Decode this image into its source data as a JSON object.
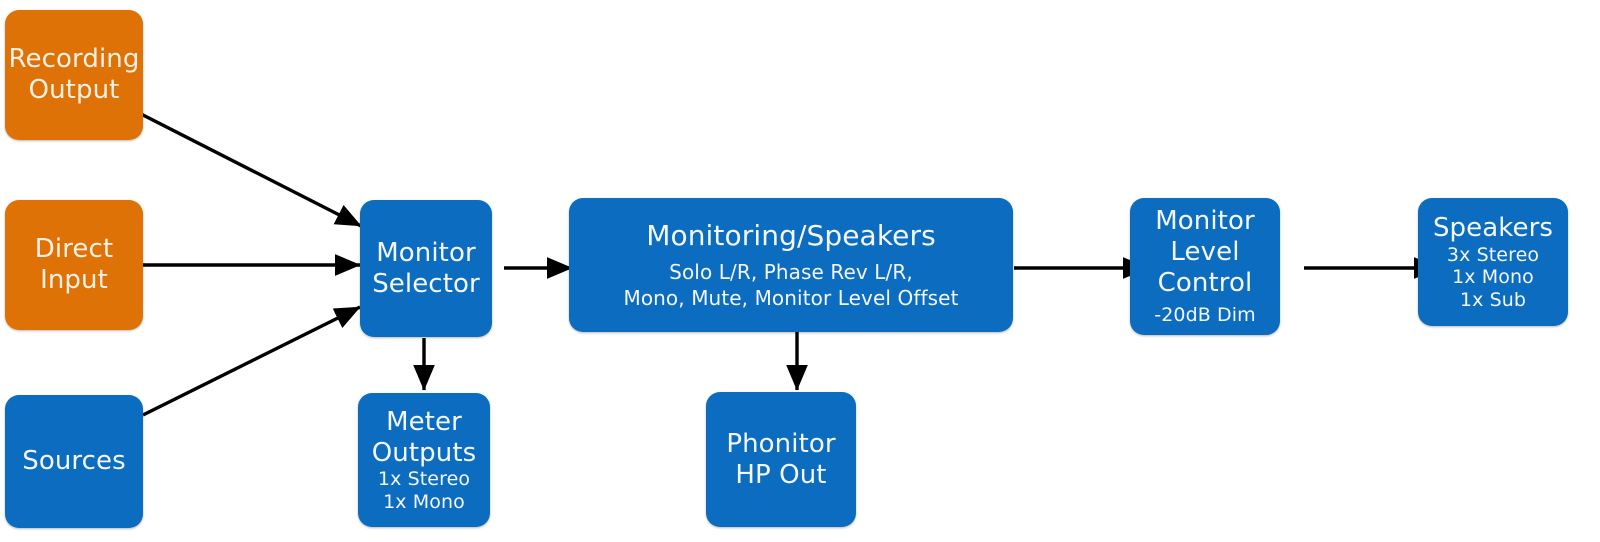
{
  "diagram": {
    "type": "signal-flow-block-diagram",
    "background_color": "#ffffff",
    "colors": {
      "source_block": "#df7206",
      "process_block": "#0b6cc0",
      "text_on_blue": "#f4f7fb",
      "text_on_orange": "#faf0e4",
      "edge": "#000000"
    },
    "nodes": {
      "recording_output": {
        "title_line_1": "Recording",
        "title_line_2": "Output",
        "color": "#df7206"
      },
      "direct_input": {
        "title_line_1": "Direct",
        "title_line_2": "Input",
        "color": "#df7206"
      },
      "sources": {
        "title_line_1": "Sources",
        "color": "#0b6cc0"
      },
      "monitor_selector": {
        "title_line_1": "Monitor",
        "title_line_2": "Selector",
        "color": "#0b6cc0"
      },
      "meter_outputs": {
        "title_line_1": "Meter",
        "title_line_2": "Outputs",
        "sub_line_1": "1x Stereo",
        "sub_line_2": "1x Mono",
        "color": "#0b6cc0"
      },
      "monitoring_speakers": {
        "title_line_1": "Monitoring/Speakers",
        "sub_line_1": "Solo L/R, Phase Rev L/R,",
        "sub_line_2": "Mono, Mute, Monitor Level Offset",
        "color": "#0b6cc0"
      },
      "phonitor_hp_out": {
        "title_line_1": "Phonitor",
        "title_line_2": "HP Out",
        "color": "#0b6cc0"
      },
      "monitor_level_control": {
        "title_line_1": "Monitor",
        "title_line_2": "Level",
        "title_line_3": "Control",
        "sub_line_1": "-20dB Dim",
        "color": "#0b6cc0"
      },
      "speakers": {
        "title_line_1": "Speakers",
        "sub_line_1": "3x Stereo",
        "sub_line_2": "1x Mono",
        "sub_line_3": "1x Sub",
        "color": "#0b6cc0"
      }
    },
    "edges": [
      {
        "from": "recording_output",
        "to": "monitor_selector",
        "style": "arrow"
      },
      {
        "from": "direct_input",
        "to": "monitor_selector",
        "style": "arrow"
      },
      {
        "from": "sources",
        "to": "monitor_selector",
        "style": "arrow"
      },
      {
        "from": "monitor_selector",
        "to": "monitoring_speakers",
        "style": "arrow"
      },
      {
        "from": "monitor_selector",
        "to": "meter_outputs",
        "style": "arrow"
      },
      {
        "from": "monitoring_speakers",
        "to": "phonitor_hp_out",
        "style": "arrow"
      },
      {
        "from": "monitoring_speakers",
        "to": "monitor_level_control",
        "style": "arrow"
      },
      {
        "from": "monitor_level_control",
        "to": "speakers",
        "style": "arrow"
      }
    ]
  }
}
